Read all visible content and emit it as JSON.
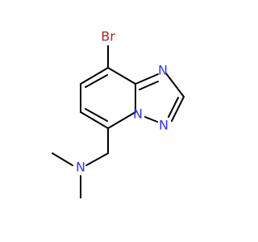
{
  "molecule": {
    "atoms": {
      "br": "Br",
      "n_triazole_top": "N",
      "n_bridge": "N",
      "n_triazole_bottom": "N",
      "n_amine": "N"
    },
    "colors": {
      "bond": "#000000",
      "nitrogen": "#3333FF",
      "bromine": "#A62929"
    }
  }
}
